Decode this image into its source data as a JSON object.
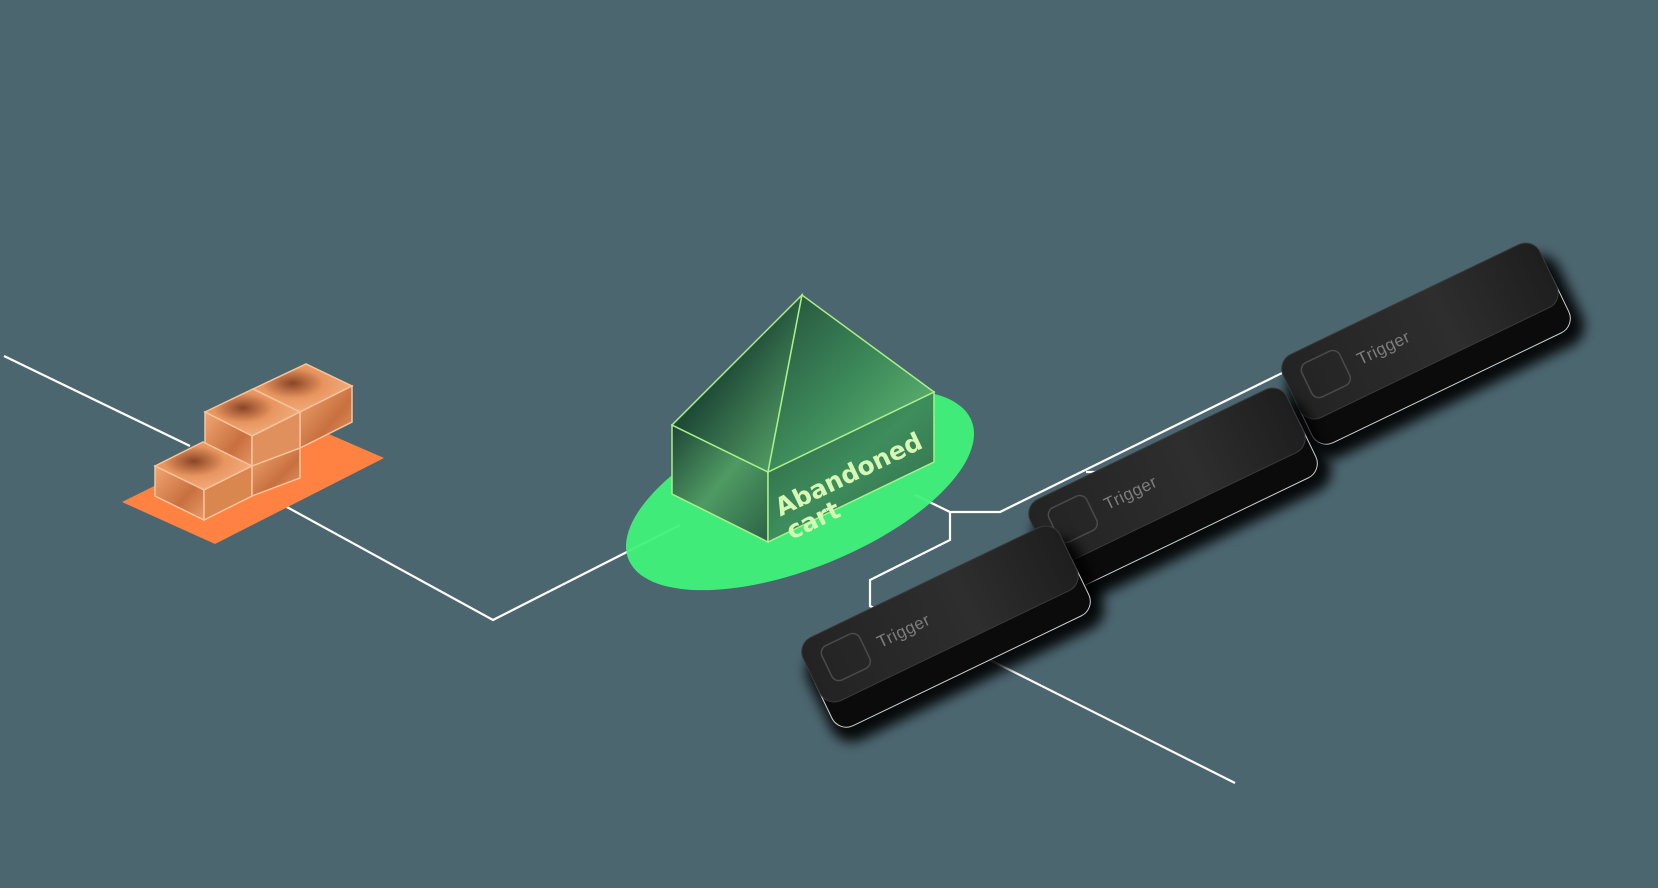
{
  "diagram": {
    "background": "#4c6670",
    "nodes": {
      "source": {
        "type": "bricks",
        "color": "#ff8242"
      },
      "abandoned_cart": {
        "line1": "Abandoned",
        "line2": "cart",
        "color": "#3ff27a"
      },
      "triggers": [
        {
          "label": "Trigger"
        },
        {
          "label": "Trigger"
        },
        {
          "label": "Trigger"
        }
      ]
    },
    "connector_color": "#ffffff"
  }
}
